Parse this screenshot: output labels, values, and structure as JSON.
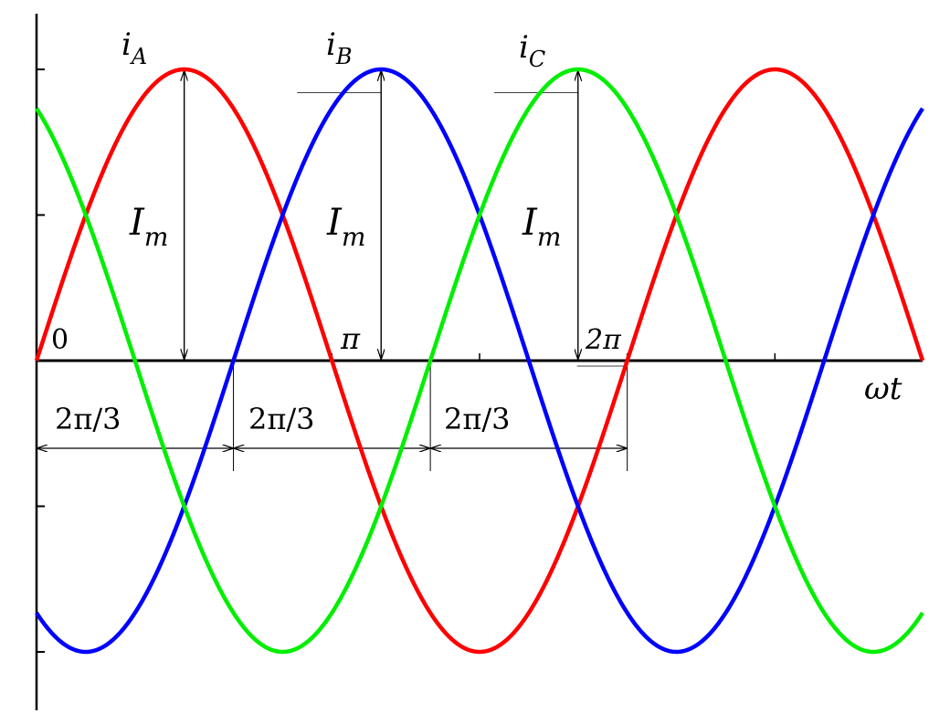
{
  "chart_data": {
    "type": "line",
    "title": "",
    "xlabel": "ωt",
    "ylabel": "",
    "x_unit": "radians",
    "xlim": [
      0,
      9.0
    ],
    "ylim": [
      -1.0,
      1.0
    ],
    "y_ticks": [
      -1.0,
      -0.5,
      0.5,
      1.0
    ],
    "x_ticks": [
      1.5,
      3.0,
      4.5,
      6.0,
      7.5
    ],
    "grid": false,
    "series": [
      {
        "name": "i_A",
        "color": "#ff0000",
        "amplitude": 1.0,
        "phase_shift": 0.0
      },
      {
        "name": "i_B",
        "color": "#0000ff",
        "amplitude": 1.0,
        "phase_shift": -2.0
      },
      {
        "name": "i_C",
        "color": "#00ee00",
        "amplitude": 1.0,
        "phase_shift": -4.0
      }
    ],
    "labels": {
      "origin": "0",
      "pi": "π",
      "two_pi": "2π",
      "phase_gap": "2π/3",
      "amplitude": "I",
      "amplitude_sub": "m",
      "series_main": "i",
      "series_sub": [
        "A",
        "B",
        "C"
      ]
    },
    "annotations": {
      "peak_x": [
        1.5,
        3.5,
        5.5
      ],
      "phase_marks_x": [
        0,
        2.0,
        4.0,
        6.0
      ],
      "origin_x": 0,
      "pi_x": 3.0,
      "two_pi_x": 6.0
    }
  }
}
